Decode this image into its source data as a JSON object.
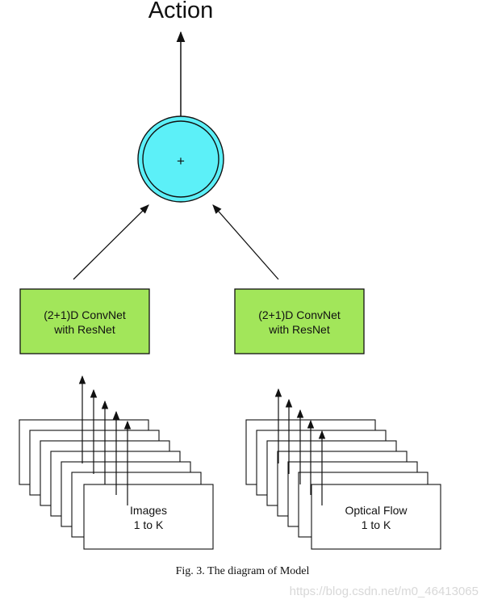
{
  "output_label": "Action",
  "fusion_symbol": "+",
  "left_branch": {
    "net_line1": "(2+1)D ConvNet",
    "net_line2": "with ResNet",
    "input_line1": "Images",
    "input_line2": "1 to K"
  },
  "right_branch": {
    "net_line1": "(2+1)D ConvNet",
    "net_line2": "with ResNet",
    "input_line1": "Optical Flow",
    "input_line2": "1 to K"
  },
  "caption": "Fig. 3. The diagram of Model",
  "watermark": "https://blog.csdn.net/m0_46413065",
  "colors": {
    "fusion_fill": "#5cf0f8",
    "net_fill": "#a2e65a",
    "stroke": "#111111"
  }
}
